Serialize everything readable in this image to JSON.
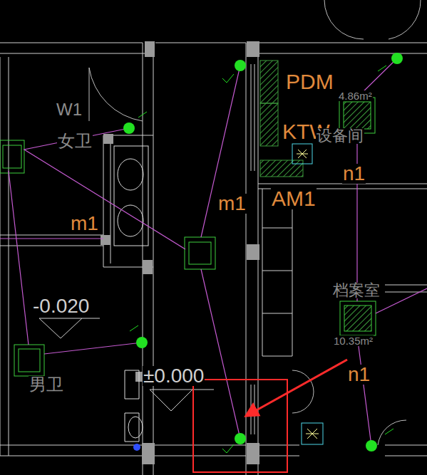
{
  "diagram": {
    "labels": [
      "PDM",
      "4.86m²",
      "KTW",
      "设备间",
      "W1",
      "女卫",
      "m1",
      "m1",
      "AM1",
      "n1",
      "档案室",
      "10.35m²",
      "n1",
      "-0.020",
      "±0.000",
      "男卫"
    ]
  }
}
